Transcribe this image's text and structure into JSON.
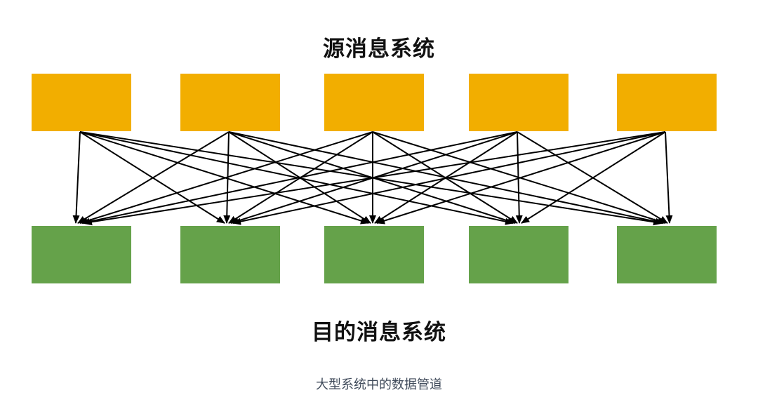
{
  "source_title": "源消息系统",
  "target_title": "目的消息系统",
  "caption": "大型系统中的数据管道",
  "colors": {
    "source_box": "#f2ae00",
    "target_box": "#65a24a",
    "arrow": "#000000"
  },
  "source_systems": 5,
  "target_systems": 5,
  "connections": "all-to-all"
}
